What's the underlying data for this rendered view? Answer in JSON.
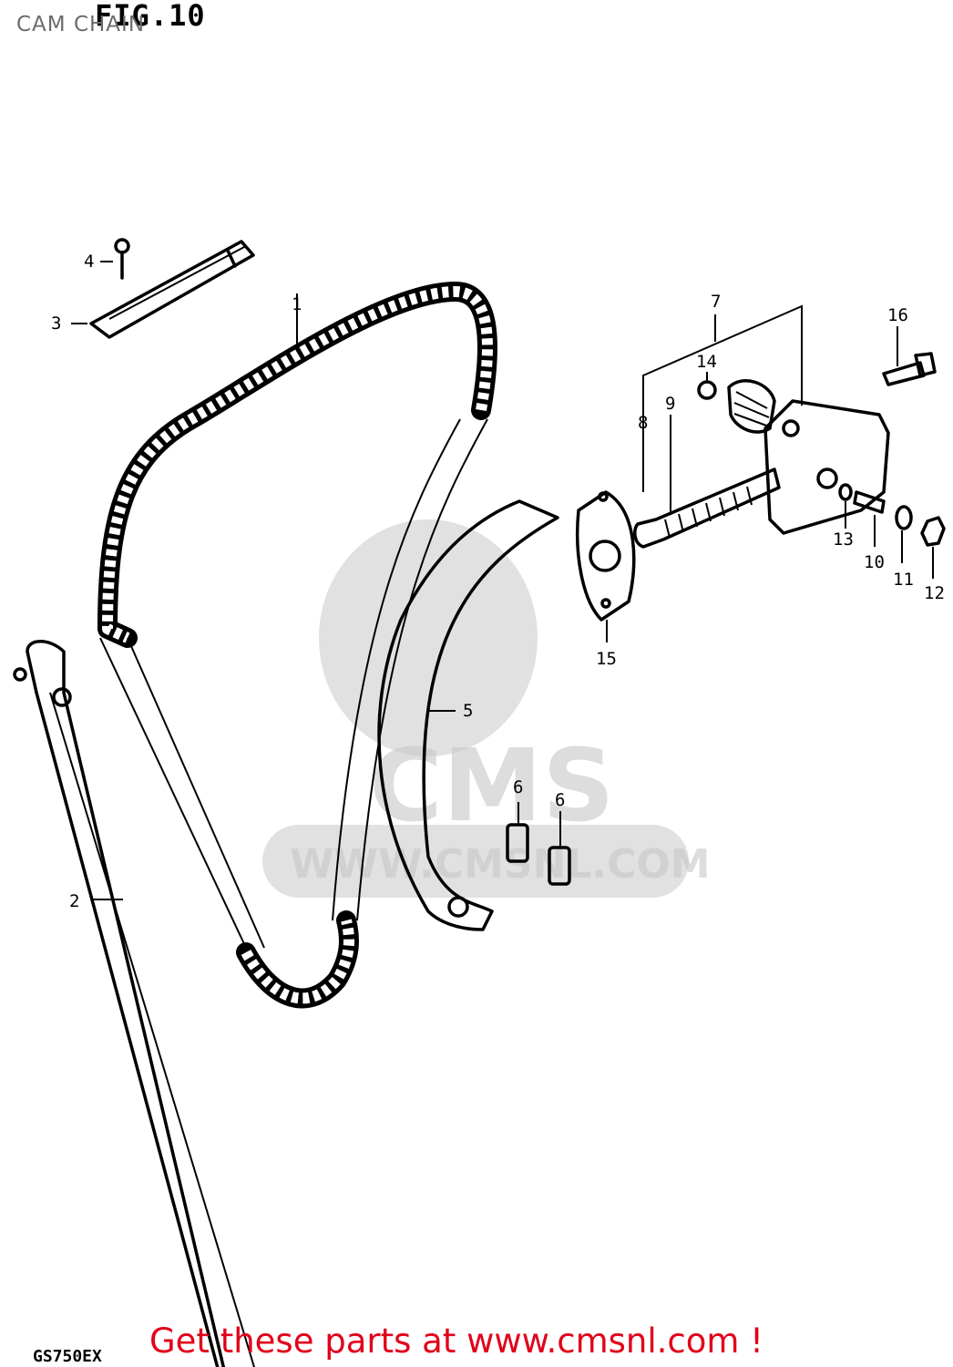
{
  "caption": "CAM CHAIN",
  "figure_title": "FIG.10",
  "model_code": "GS750EX",
  "call_to_action": "Get these parts at www.cmsnl.com !",
  "watermark": {
    "brand": "CMS",
    "url": "WWW.CMSNL.COM"
  },
  "part_labels": {
    "p1": "1",
    "p2": "2",
    "p3": "3",
    "p4": "4",
    "p5": "5",
    "p6a": "6",
    "p6b": "6",
    "p7": "7",
    "p8": "8",
    "p9": "9",
    "p10": "10",
    "p11": "11",
    "p12": "12",
    "p13": "13",
    "p14": "14",
    "p15": "15",
    "p16": "16"
  },
  "colors": {
    "link": "#e2001a",
    "caption": "#6b6b6b",
    "watermark": "#c8c8c8"
  }
}
